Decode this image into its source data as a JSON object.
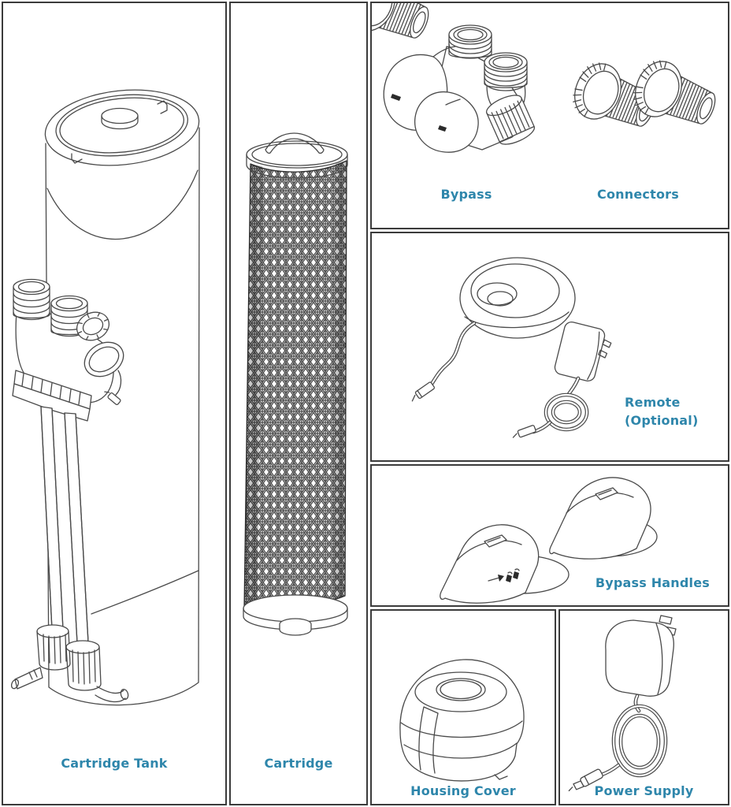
{
  "colors": {
    "accent": "#2E86AB",
    "panel_border": "#3B3B3B",
    "line_art": "#4A4A4A"
  },
  "panels": {
    "cartridge_tank": {
      "label": "Cartridge Tank"
    },
    "cartridge": {
      "label": "Cartridge"
    },
    "bypass": {
      "label": "Bypass"
    },
    "connectors": {
      "label": "Connectors"
    },
    "remote": {
      "label": "Remote",
      "sublabel": "(Optional)"
    },
    "bypass_handles": {
      "label": "Bypass Handles"
    },
    "housing_cover": {
      "label": "Housing Cover"
    },
    "power_supply": {
      "label": "Power Supply"
    }
  }
}
